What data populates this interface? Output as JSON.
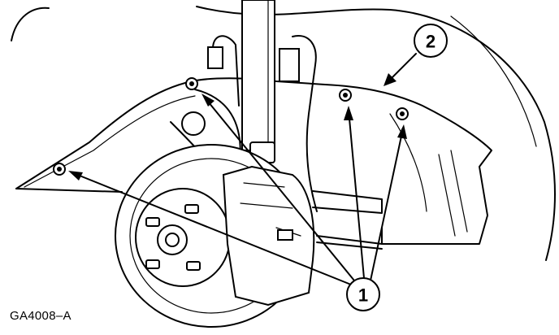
{
  "figure_id": "GA4008–A",
  "callouts": [
    {
      "number": "1"
    },
    {
      "number": "2"
    }
  ],
  "colors": {
    "ink": "#000000",
    "paper": "#ffffff"
  }
}
